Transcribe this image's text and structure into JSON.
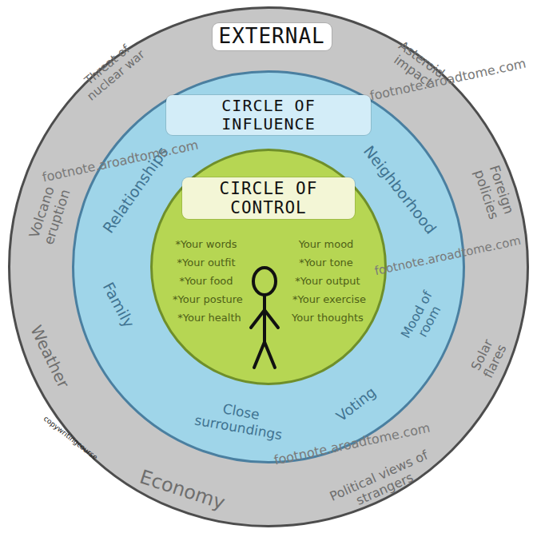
{
  "diagram": {
    "nodes": [
      {
        "text": [
          "EXTERNAL",
          "Threat of nuclear war",
          "Asteroid impact",
          "Foreign policies",
          "Solar flares",
          "Political views of strangers",
          "Economy",
          "Weather",
          "Volcano eruption"
        ]
      },
      {
        "text": [
          "CIRCLE OF INFLUENCE",
          "Relationships",
          "Neighborhood",
          "Mood of room",
          "Voting",
          "Close surroundings",
          "Family"
        ],
        "in": 0
      },
      {
        "text": [
          "CIRCLE OF CONTROL",
          "*Your words",
          "*Your outfit",
          "*Your food",
          "*Your posture",
          "*Your health",
          "Your mood",
          "*Your tone",
          "*Your output",
          "*Your exercise",
          "Your thoughts"
        ],
        "in": 1
      }
    ],
    "labels": [
      "footnote.aroadtome.com",
      "footnote.aroadtome.com",
      "footnote.aroadtome.com",
      "footnote.aroadtome.com",
      "copywritingcourse"
    ]
  }
}
